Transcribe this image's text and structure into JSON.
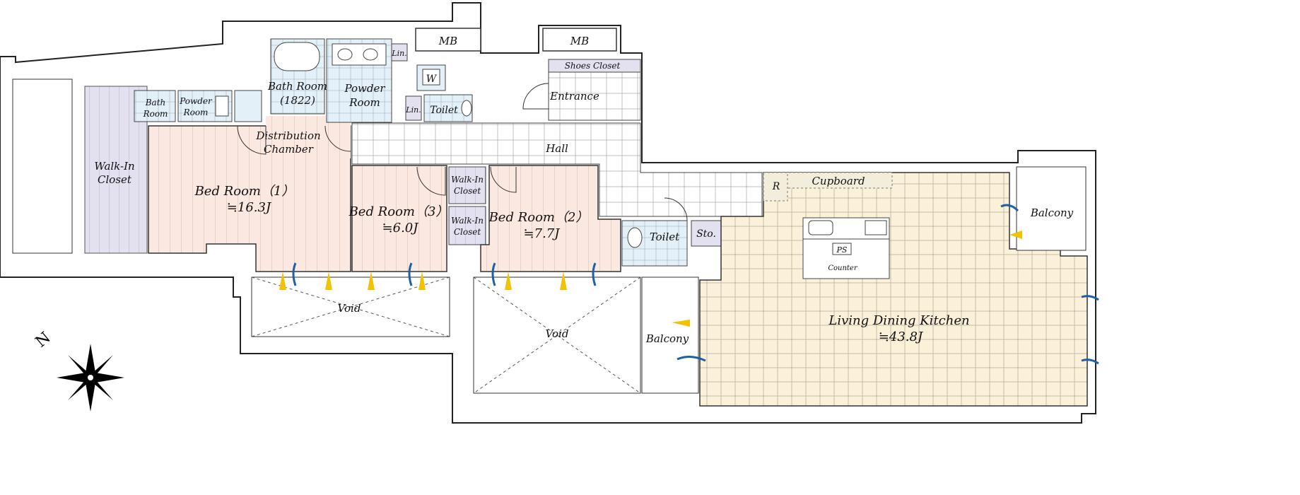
{
  "rooms": {
    "bed1": {
      "name": "Bed Room（1）",
      "size": "≒16.3J"
    },
    "bed2": {
      "name": "Bed Room（2）",
      "size": "≒7.7J"
    },
    "bed3": {
      "name": "Bed Room（3）",
      "size": "≒6.0J"
    },
    "ldk": {
      "name": "Living Dining Kitchen",
      "size": "≒43.8J"
    },
    "walkin_left": {
      "line1": "Walk-In",
      "line2": "Closet"
    },
    "walkin_a": {
      "line1": "Walk-In",
      "line2": "Closet"
    },
    "walkin_b": {
      "line1": "Walk-In",
      "line2": "Closet"
    },
    "bath_small": {
      "line1": "Bath",
      "line2": "Room"
    },
    "powder_small": {
      "line1": "Powder",
      "line2": "Room"
    },
    "bathroom": {
      "line1": "Bath Room",
      "line2": "(1822)"
    },
    "powder": {
      "line1": "Powder",
      "line2": "Room"
    },
    "distribution": {
      "line1": "Distribution",
      "line2": "Chamber"
    },
    "hall": "Hall",
    "entrance": "Entrance",
    "shoes_closet": "Shoes Closet",
    "mb1": "MB",
    "mb2": "MB",
    "lin1": "Lin.",
    "lin2": "Lin.",
    "w": "W",
    "toilet1": "Toilet",
    "toilet2": "Toilet",
    "sto": "Sto.",
    "cupboard": "Cupboard",
    "r": "R",
    "ps": "PS",
    "counter": "Counter",
    "void1": "Void",
    "void2": "Void",
    "balcony_right": "Balcony",
    "balcony_mid": "Balcony"
  },
  "compass": {
    "north": "N"
  },
  "colors": {
    "bedroom_fill": "#fbe9e1",
    "ldk_fill": "#fbf1d9",
    "closet_fill": "#e3e0ef",
    "wet_fill": "#e4f0f8",
    "tile_line": "#bfbfbf",
    "wind_blue": "#1e5fa8",
    "wind_yellow": "#f2c200"
  }
}
